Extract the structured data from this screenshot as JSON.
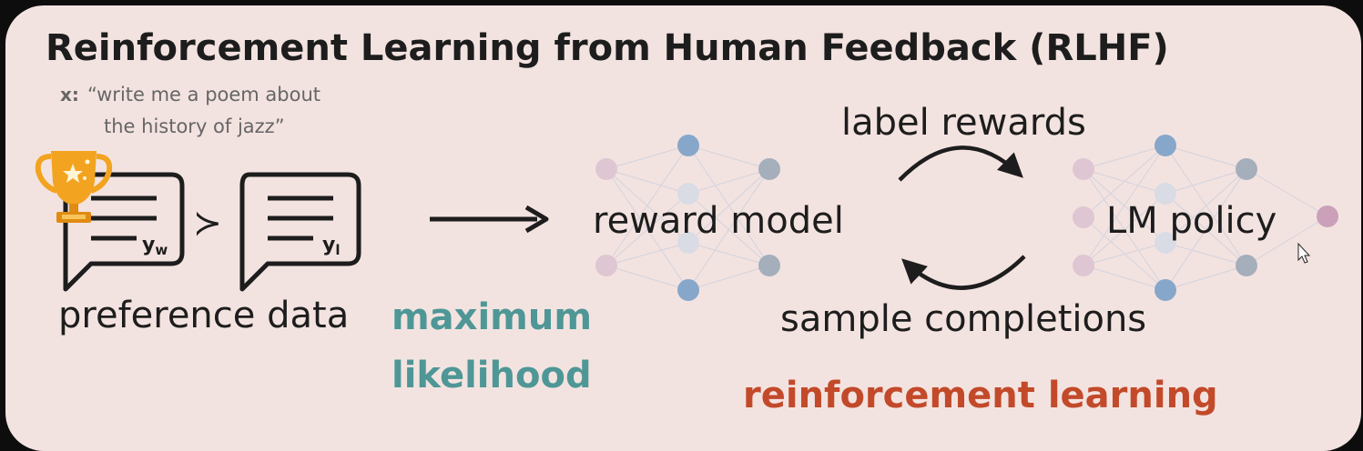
{
  "title": "Reinforcement Learning from Human Feedback (RLHF)",
  "prompt": {
    "label": "x:",
    "line1": "“write me a poem about",
    "line2": "the history of jazz”"
  },
  "preference": {
    "winner_sub": "w",
    "loser_sub": "l",
    "y_letter": "y",
    "comparator": "≻",
    "label": "preference data"
  },
  "max_likelihood": {
    "line1": "maximum",
    "line2": "likelihood"
  },
  "reward_model": {
    "label": "reward model"
  },
  "lm_policy": {
    "label": "LM policy"
  },
  "loop": {
    "top": "label rewards",
    "bottom": "sample completions"
  },
  "rl_label": "reinforcement learning",
  "colors": {
    "background": "#f3e3e0",
    "ink": "#1d1d1d",
    "teal": "#4e9796",
    "rust": "#c24a2a",
    "node_blue": "#7ca1c8",
    "node_mauve": "#cfadc1",
    "node_grey": "#9daab8",
    "node_pale": "#d7dbe6",
    "trophy": "#f2a31f"
  },
  "icons": [
    "trophy-icon",
    "speech-bubble-icon",
    "arrow-right-icon",
    "cycle-arrow-icon",
    "neural-net-icon",
    "mouse-cursor-icon"
  ]
}
